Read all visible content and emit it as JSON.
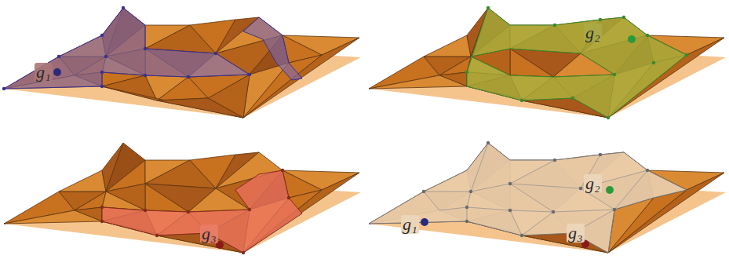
{
  "diagram": {
    "labels": [
      "g₁",
      "g₂",
      "g₃",
      "g₁",
      "g₂",
      "g₃"
    ]
  }
}
